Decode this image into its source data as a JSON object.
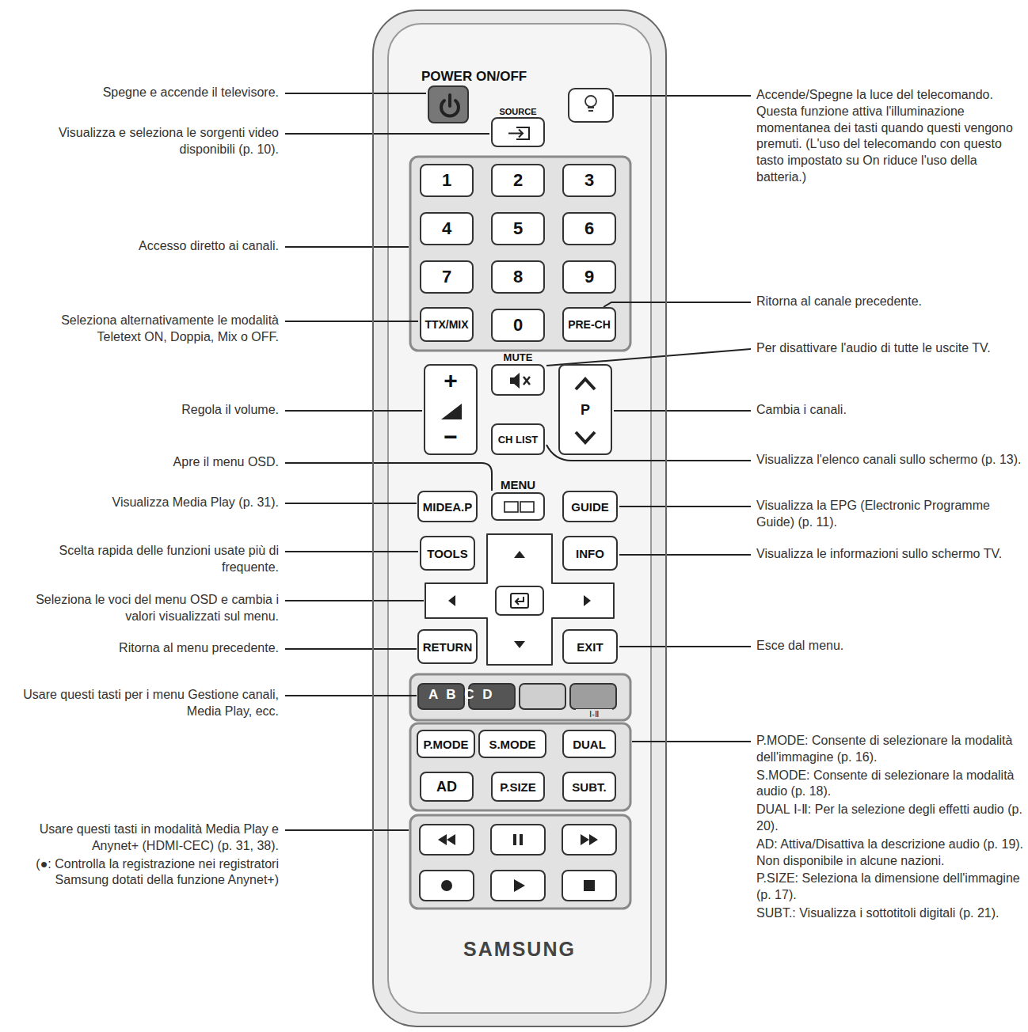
{
  "diagram": {
    "nodes": [
      {
        "text": [
          "SAMSUNG"
        ]
      },
      {
        "text": [
          "POWER ON/OFF"
        ],
        "in": 0
      },
      {
        "text": [
          "SOURCE"
        ],
        "in": 0
      },
      {
        "text": [
          "1"
        ],
        "in": 0
      },
      {
        "text": [
          "2"
        ],
        "in": 0
      },
      {
        "text": [
          "3"
        ],
        "in": 0
      },
      {
        "text": [
          "4"
        ],
        "in": 0
      },
      {
        "text": [
          "5"
        ],
        "in": 0
      },
      {
        "text": [
          "6"
        ],
        "in": 0
      },
      {
        "text": [
          "7"
        ],
        "in": 0
      },
      {
        "text": [
          "8"
        ],
        "in": 0
      },
      {
        "text": [
          "9"
        ],
        "in": 0
      },
      {
        "text": [
          "TTX/MIX"
        ],
        "in": 0
      },
      {
        "text": [
          "0"
        ],
        "in": 0
      },
      {
        "text": [
          "PRE-CH"
        ],
        "in": 0
      },
      {
        "text": [
          "MUTE"
        ],
        "in": 0
      },
      {
        "text": [
          "+",
          "−"
        ],
        "in": 0
      },
      {
        "text": [
          "P"
        ],
        "in": 0
      },
      {
        "text": [
          "CH LIST"
        ],
        "in": 0
      },
      {
        "text": [
          "MENU"
        ],
        "in": 0
      },
      {
        "text": [
          "MIDEA.P"
        ],
        "in": 0
      },
      {
        "text": [
          "GUIDE"
        ],
        "in": 0
      },
      {
        "text": [
          "TOOLS"
        ],
        "in": 0
      },
      {
        "text": [
          "INFO"
        ],
        "in": 0
      },
      {
        "text": [
          "RETURN"
        ],
        "in": 0
      },
      {
        "text": [
          "EXIT"
        ],
        "in": 0
      },
      {
        "text": [
          "P.MODE"
        ],
        "in": 0
      },
      {
        "text": [
          "S.MODE"
        ],
        "in": 0
      },
      {
        "text": [
          "DUAL"
        ],
        "in": 0
      },
      {
        "text": [
          "AD"
        ],
        "in": 0
      },
      {
        "text": [
          "P.SIZE"
        ],
        "in": 0
      },
      {
        "text": [
          "SUBT."
        ],
        "in": 0
      }
    ],
    "labels": [
      "Spegne e accende il televisore.",
      "Visualizza e seleziona le sorgenti video disponibili (p. 10).",
      "Accesso diretto ai canali.",
      "Seleziona alternativamente le modalità Teletext ON, Doppia, Mix o OFF.",
      "Regola il volume.",
      "Apre il menu OSD.",
      "Visualizza Media Play (p. 31).",
      "Scelta rapida delle funzioni usate più di frequente.",
      "Seleziona le voci del menu OSD e cambia i valori visualizzati sul menu.",
      "Ritorna al menu precedente.",
      "Usare questi tasti per i menu Gestione canali, Media Play, ecc.",
      "Usare questi tasti in modalità Media Play e Anynet+ (HDMI-CEC) (p. 31, 38).",
      "(●: Controlla la registrazione nei registratori Samsung dotati della funzione Anynet+)",
      "Accende/Spegne la luce del telecomando. Questa funzione attiva l'illuminazione momentanea dei tasti quando questi vengono premuti. (L'uso del telecomando con questo tasto impostato su On riduce l'uso della batteria.)",
      "Ritorna al canale precedente.",
      "Per disattivare l'audio di tutte le uscite TV.",
      "Cambia i canali.",
      "Visualizza l'elenco canali sullo schermo (p. 13).",
      "Visualizza la EPG (Electronic Programme Guide) (p. 11).",
      "Visualizza le informazioni sullo schermo TV.",
      "Esce dal menu.",
      "P.MODE: Consente di selezionare la modalità dell'immagine (p. 16).",
      "S.MODE: Consente di selezionare la modalità audio (p. 18).",
      "DUAL Ⅰ-Ⅱ: Per la selezione degli effetti audio (p. 20).",
      "AD: Attiva/Disattiva la descrizione audio (p. 19). Non disponibile in alcune nazioni.",
      "P.SIZE: Seleziona la dimensione dell'immagine (p. 17).",
      "SUBT.: Visualizza i sottotitoli digitali (p. 21).",
      "A B C D",
      "Ⅰ-Ⅱ"
    ]
  }
}
